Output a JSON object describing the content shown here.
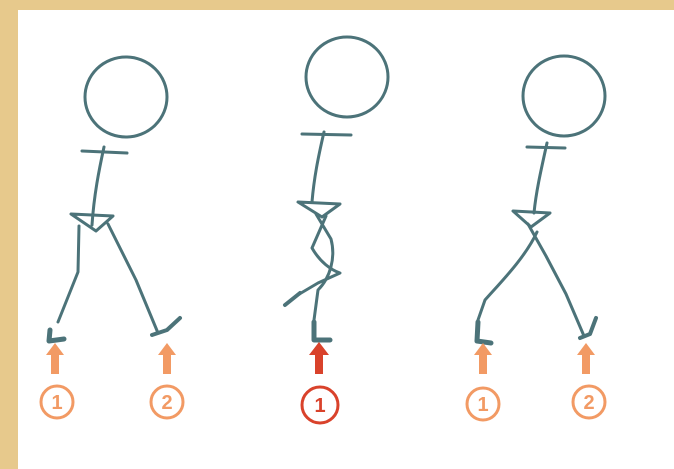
{
  "colors": {
    "frame": "#e7c98c",
    "paper": "#ffffff",
    "figure": "#4c7379",
    "arrow_normal": "#f29a64",
    "arrow_active": "#d9422b"
  },
  "figures": [
    {
      "pose": "contact",
      "feet": [
        {
          "label": "1",
          "active": false
        },
        {
          "label": "2",
          "active": false
        }
      ]
    },
    {
      "pose": "passing",
      "feet": [
        {
          "label": "1",
          "active": true
        }
      ]
    },
    {
      "pose": "contact",
      "feet": [
        {
          "label": "1",
          "active": false
        },
        {
          "label": "2",
          "active": false
        }
      ]
    }
  ]
}
